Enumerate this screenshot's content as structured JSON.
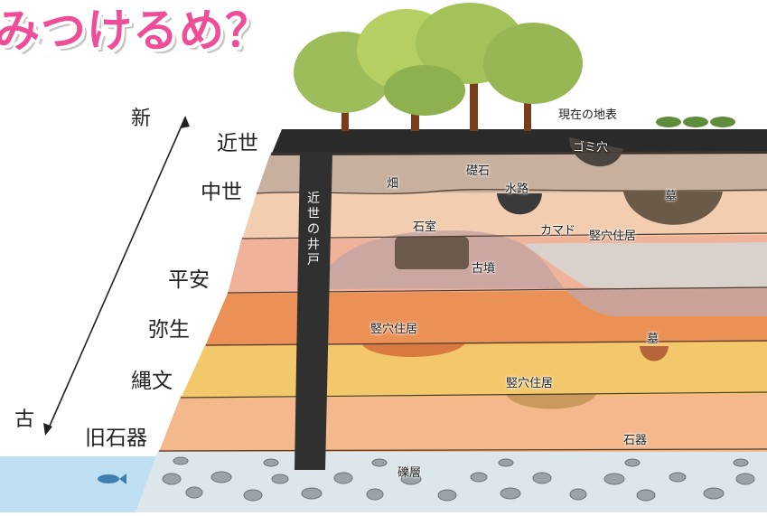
{
  "title": "みつけるめ？",
  "arrow": {
    "new_label": "新",
    "old_label": "古"
  },
  "eras": [
    "近世",
    "中世",
    "平安",
    "弥生",
    "縄文",
    "旧石器"
  ],
  "well_label": "近世の井戸",
  "features": {
    "surface": "現在の地表",
    "trash_pit": "ゴミ穴",
    "field": "畑",
    "foundation": "礎石",
    "waterway": "水路",
    "grave_medieval": "墓",
    "stone_chamber": "石室",
    "kamado": "カマド",
    "pit_dwelling_heian": "竪穴住居",
    "kofun": "古墳",
    "pit_dwelling_yayoi": "竪穴住居",
    "grave_yayoi": "墓",
    "pit_dwelling_jomon": "竪穴住居",
    "stone_tools": "石器",
    "gravel_layer": "礫層"
  },
  "colors": {
    "title": "#ef4d97",
    "soil_top": "#2b2b2b",
    "water": "#b9dcef"
  }
}
